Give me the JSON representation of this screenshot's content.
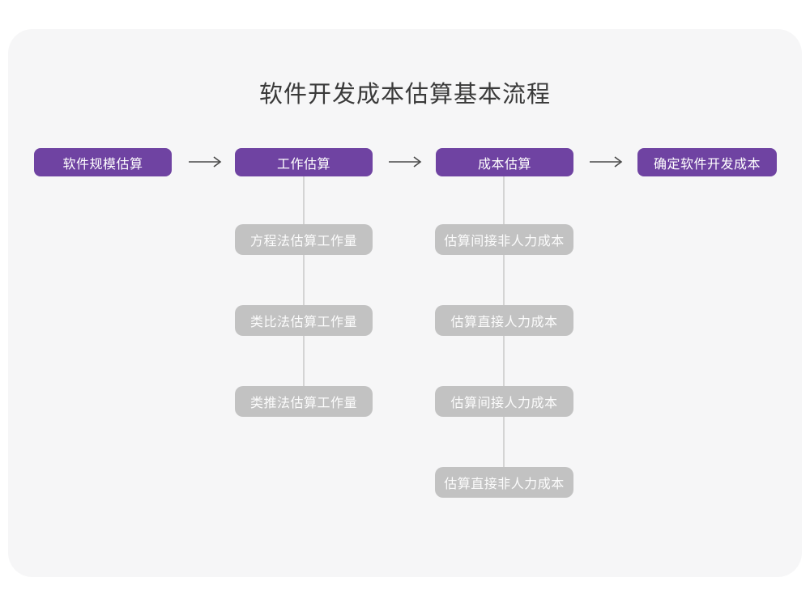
{
  "title": "软件开发成本估算基本流程",
  "flow": {
    "main_steps": [
      {
        "label": "软件规模估算"
      },
      {
        "label": "工作估算"
      },
      {
        "label": "成本估算"
      },
      {
        "label": "确定软件开发成本"
      }
    ],
    "work_estimation_substeps": [
      "方程法估算工作量",
      "类比法估算工作量",
      "类推法估算工作量"
    ],
    "cost_estimation_substeps": [
      "估算间接非人力成本",
      "估算直接人力成本",
      "估算间接人力成本",
      "估算直接非人力成本"
    ]
  },
  "colors": {
    "main_step_purple": "#6F43A2",
    "substep_gray": "#C2C2C2",
    "card_background": "#F6F6F7",
    "connector_line": "#D4D4D4",
    "arrow": "#4A4A4A",
    "title_text": "#3A3A3A"
  }
}
